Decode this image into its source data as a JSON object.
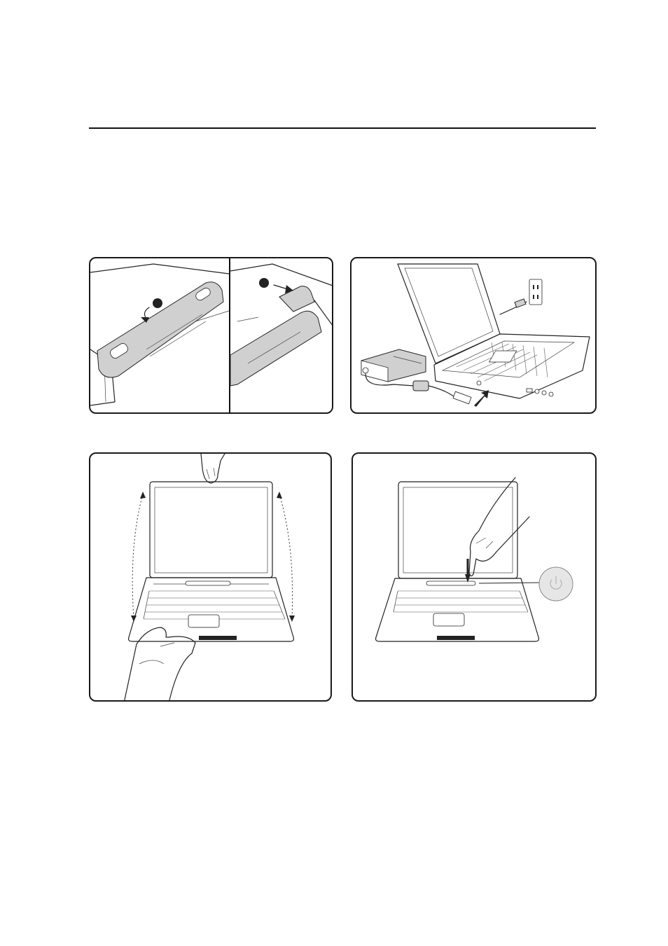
{
  "figures": [
    {
      "id": "battery-install",
      "step_markers": [
        "",
        ""
      ]
    },
    {
      "id": "ac-power-connect"
    },
    {
      "id": "open-lid"
    },
    {
      "id": "power-on"
    }
  ],
  "colors": {
    "line": "#222222",
    "battery_fill": "#d0d0d0",
    "power_button_fill": "#e6e6e6",
    "background": "#ffffff"
  },
  "icons": [
    "power-icon",
    "arrow-icon",
    "rotate-arrow-icon"
  ]
}
